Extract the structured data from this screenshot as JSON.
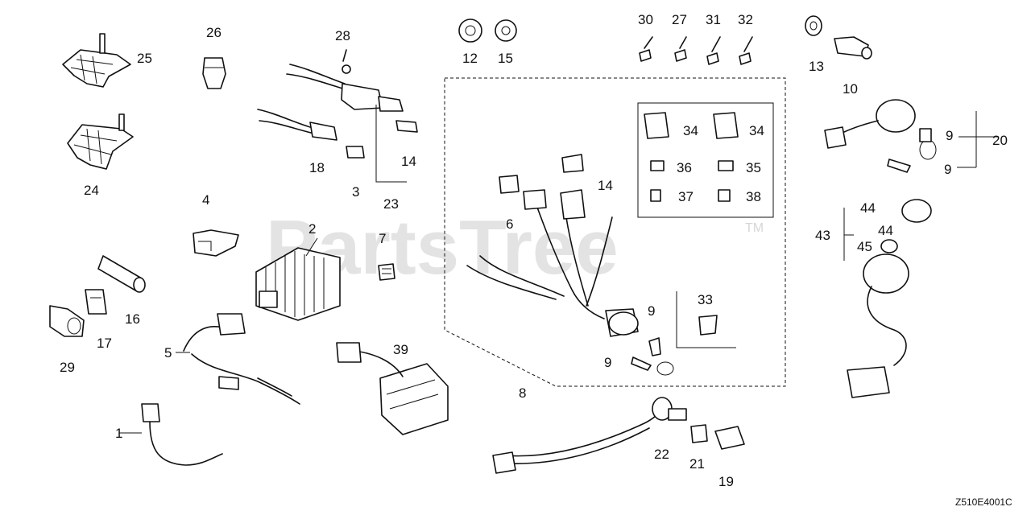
{
  "watermark": {
    "brand": "PartsTree",
    "trademark": "TM"
  },
  "diagram_code": "Z510E4001C",
  "callouts": {
    "c1": "1",
    "c2": "2",
    "c3": "3",
    "c4": "4",
    "c5": "5",
    "c6": "6",
    "c7": "7",
    "c8": "8",
    "c9a": "9",
    "c9b": "9",
    "c9c": "9",
    "c9d": "9",
    "c10": "10",
    "c12": "12",
    "c13": "13",
    "c14a": "14",
    "c14b": "14",
    "c15": "15",
    "c16": "16",
    "c17": "17",
    "c18": "18",
    "c19": "19",
    "c20": "20",
    "c21": "21",
    "c22": "22",
    "c23": "23",
    "c24": "24",
    "c25": "25",
    "c26": "26",
    "c27": "27",
    "c28": "28",
    "c29": "29",
    "c30": "30",
    "c31": "31",
    "c32": "32",
    "c33": "33",
    "c34a": "34",
    "c34b": "34",
    "c35": "35",
    "c36": "36",
    "c37": "37",
    "c38": "38",
    "c39": "39",
    "c43": "43",
    "c44a": "44",
    "c44b": "44",
    "c45": "45"
  }
}
